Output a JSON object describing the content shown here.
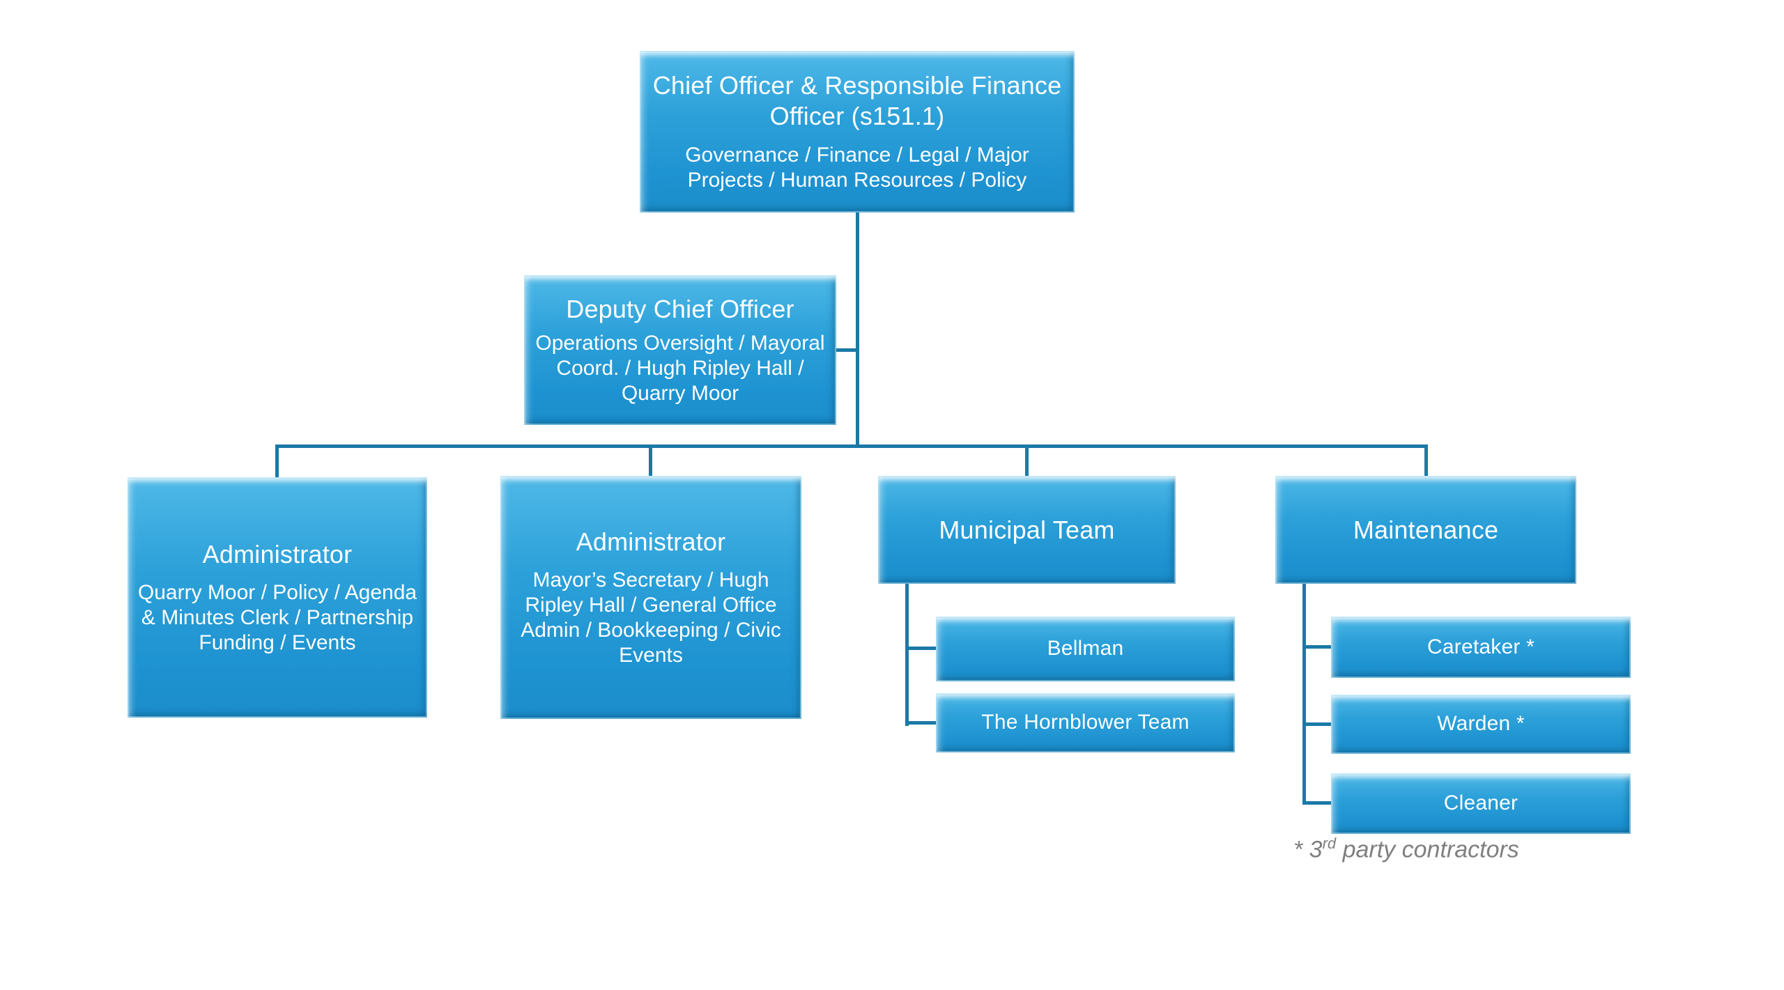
{
  "diagram": {
    "kind": "organisation-chart",
    "colors": {
      "node_fill_top": "#4fb9e8",
      "node_fill_bottom": "#1b8dca",
      "connector": "#1b79a7",
      "node_text": "#ffffff",
      "footnote_text": "#7f7f7f",
      "background": "#ffffff"
    },
    "nodes": {
      "chief": {
        "title": "Chief Officer & Responsible Finance Officer (s151.1)",
        "subtitle": "Governance / Finance / Legal / Major Projects / Human Resources / Policy"
      },
      "deputy": {
        "title": "Deputy Chief Officer",
        "subtitle": "Operations Oversight / Mayoral Coord. /  Hugh Ripley Hall / Quarry Moor"
      },
      "admin1": {
        "title": "Administrator",
        "subtitle": "Quarry Moor / Policy / Agenda & Minutes Clerk / Partnership Funding / Events"
      },
      "admin2": {
        "title": "Administrator",
        "subtitle": "Mayor’s Secretary / Hugh Ripley Hall / General Office Admin / Bookkeeping / Civic Events"
      },
      "municipal": {
        "title": "Municipal Team"
      },
      "maintenance": {
        "title": "Maintenance"
      },
      "bellman": {
        "title": "Bellman"
      },
      "hornblower": {
        "title": "The Hornblower Team"
      },
      "caretaker": {
        "title": "Caretaker *"
      },
      "warden": {
        "title": "Warden *"
      },
      "cleaner": {
        "title": "Cleaner"
      }
    },
    "structure": {
      "chief": [
        "deputy",
        "admin1",
        "admin2",
        "municipal",
        "maintenance"
      ],
      "municipal": [
        "bellman",
        "hornblower"
      ],
      "maintenance": [
        "caretaker",
        "warden",
        "cleaner"
      ]
    },
    "footnote": {
      "prefix": "* 3",
      "superscript": "rd",
      "suffix": " party contractors"
    }
  }
}
